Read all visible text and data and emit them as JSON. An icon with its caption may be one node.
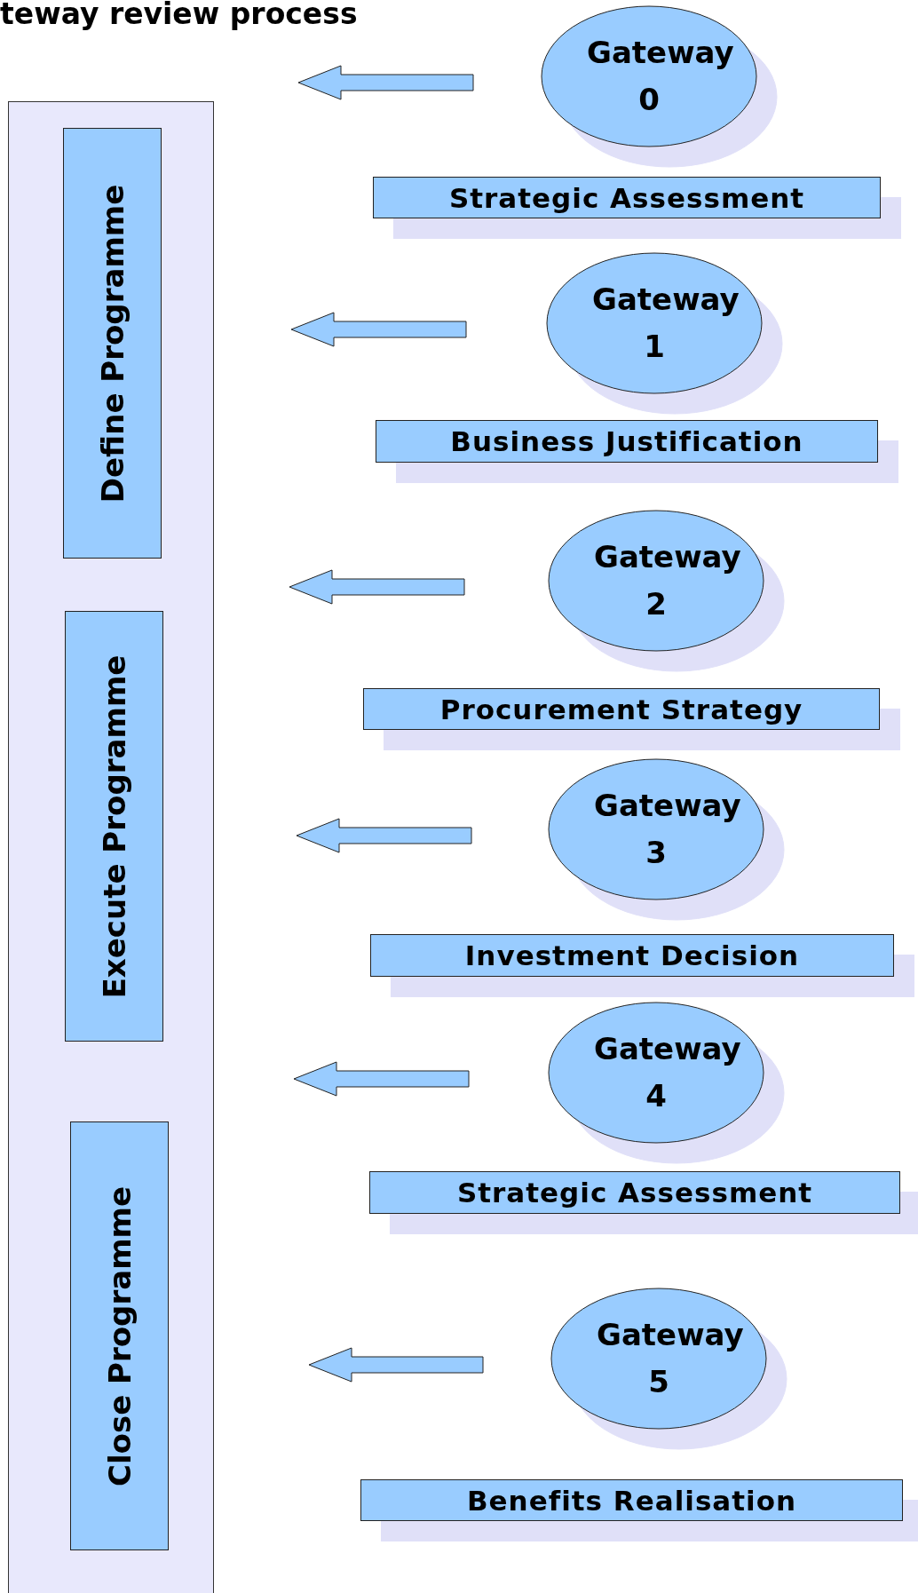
{
  "diagram": {
    "title": "teway review process",
    "nodes": [
      {
        "text": [],
        "shape": "box"
      },
      {
        "text": [
          "Define Programme"
        ],
        "in": 0
      },
      {
        "text": [
          "Execute Programme"
        ],
        "in": 0
      },
      {
        "text": [
          "Close Programme"
        ],
        "in": 0
      },
      {
        "text": [
          "Gateway 0"
        ]
      },
      {
        "text": [
          "Strategic Assessment"
        ]
      },
      {
        "text": [
          "Gateway 1"
        ]
      },
      {
        "text": [
          "Business Justification"
        ]
      },
      {
        "text": [
          "Gateway 2"
        ]
      },
      {
        "text": [
          "Procurement Strategy"
        ]
      },
      {
        "text": [
          "Gateway 3"
        ]
      },
      {
        "text": [
          "Investment Decision"
        ]
      },
      {
        "text": [
          "Gateway 4"
        ]
      },
      {
        "text": [
          "Strategic Assessment"
        ]
      },
      {
        "text": [
          "Gateway 5"
        ]
      },
      {
        "text": [
          "Benefits Realisation"
        ]
      }
    ],
    "edges": [
      {
        "from": 4,
        "to": 0,
        "arrow": "to"
      },
      {
        "from": 6,
        "to": 0,
        "arrow": "to"
      },
      {
        "from": 8,
        "to": 0,
        "arrow": "to"
      },
      {
        "from": 10,
        "to": 0,
        "arrow": "to"
      },
      {
        "from": 12,
        "to": 0,
        "arrow": "to"
      },
      {
        "from": 14,
        "to": 0,
        "arrow": "to"
      }
    ]
  }
}
